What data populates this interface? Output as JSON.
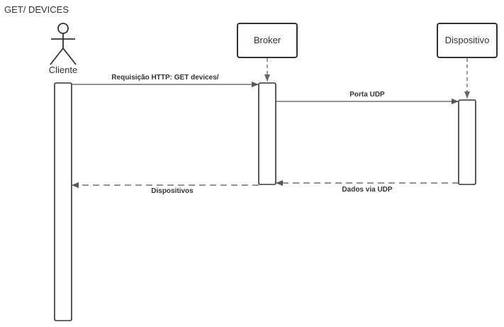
{
  "title": "GET/ DEVICES",
  "participants": {
    "client": {
      "label": "Cliente",
      "icon": "actor-stick-figure-icon"
    },
    "broker": {
      "label": "Broker"
    },
    "device": {
      "label": "Dispositivo"
    }
  },
  "messages": [
    {
      "from": "Cliente",
      "to": "Broker",
      "label": "Requisição HTTP: GET devices/",
      "style": "solid"
    },
    {
      "from": "Broker",
      "to": "Dispositivo",
      "label": "Porta UDP",
      "style": "solid"
    },
    {
      "from": "Dispositivo",
      "to": "Broker",
      "label": "Dados via UDP",
      "style": "dashed"
    },
    {
      "from": "Broker",
      "to": "Cliente",
      "label": "Dispositivos",
      "style": "dashed"
    }
  ],
  "colors": {
    "stroke": "#333333",
    "message_line": "#555555",
    "lifeline": "#7a7a7a",
    "background": "#ffffff"
  }
}
